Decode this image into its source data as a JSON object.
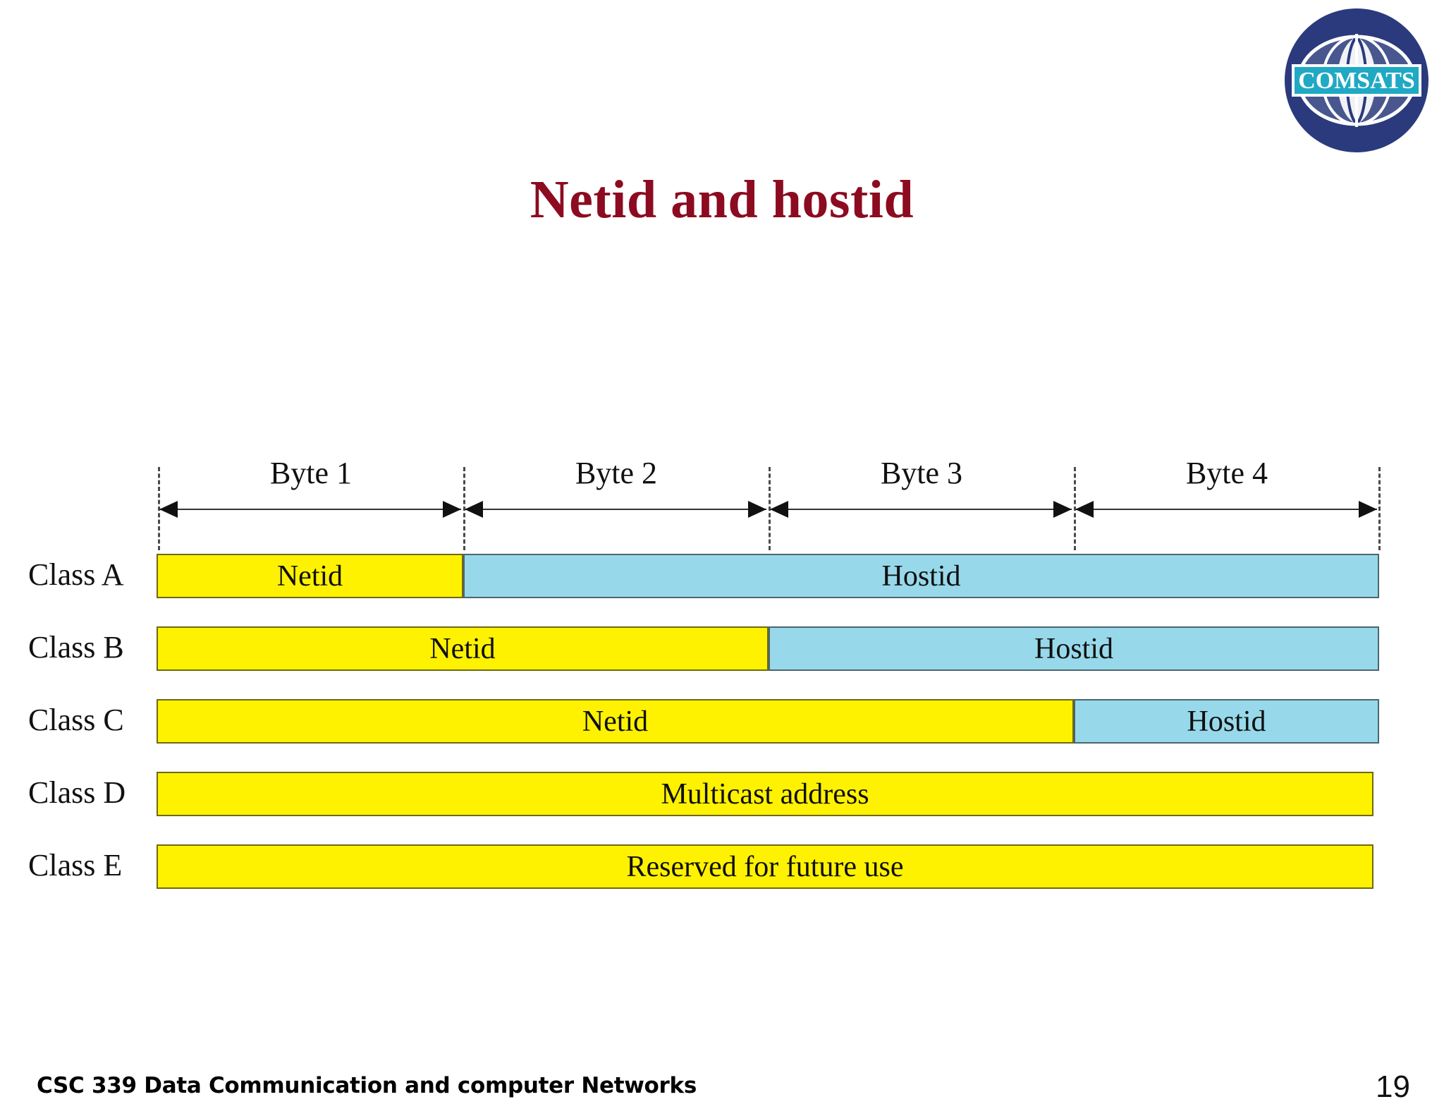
{
  "slide": {
    "title": "Netid and hostid",
    "title_color": "#8C0B20",
    "page_number": "19",
    "footer": "CSC 339 Data Communication and computer Networks",
    "background": "#FFFFFF"
  },
  "logo": {
    "name": "comsats-logo",
    "text": "COMSATS",
    "circle_color": "#2A3A7C",
    "banner_color": "#1FA9C4",
    "globe_color": "#FFFFFF"
  },
  "colors": {
    "netid_fill": "#FFF200",
    "netid_border": "#6E6A13",
    "hostid_fill": "#97D9EA",
    "hostid_border": "#4A6670",
    "dash_line": "#4A4A4A",
    "arrow": "#111111"
  },
  "chart_data": {
    "type": "table",
    "title": "Netid and hostid",
    "xlabel": "",
    "ylabel": "",
    "bytes": [
      {
        "label": "Byte 1",
        "index": 1
      },
      {
        "label": "Byte 2",
        "index": 2
      },
      {
        "label": "Byte 3",
        "index": 3
      },
      {
        "label": "Byte 4",
        "index": 4
      }
    ],
    "categories": [
      "Class A",
      "Class B",
      "Class C",
      "Class D",
      "Class E"
    ],
    "rows": [
      {
        "class_label": "Class A",
        "segments": [
          {
            "label": "Netid",
            "bytes": 1,
            "fill": "netid"
          },
          {
            "label": "Hostid",
            "bytes": 3,
            "fill": "hostid"
          }
        ]
      },
      {
        "class_label": "Class B",
        "segments": [
          {
            "label": "Netid",
            "bytes": 2,
            "fill": "netid"
          },
          {
            "label": "Hostid",
            "bytes": 2,
            "fill": "hostid"
          }
        ]
      },
      {
        "class_label": "Class C",
        "segments": [
          {
            "label": "Netid",
            "bytes": 3,
            "fill": "netid"
          },
          {
            "label": "Hostid",
            "bytes": 1,
            "fill": "hostid"
          }
        ]
      },
      {
        "class_label": "Class D",
        "segments": [
          {
            "label": "Multicast address",
            "bytes": 4,
            "fill": "netid"
          }
        ]
      },
      {
        "class_label": "Class E",
        "segments": [
          {
            "label": "Reserved for future use",
            "bytes": 4,
            "fill": "netid"
          }
        ]
      }
    ]
  }
}
